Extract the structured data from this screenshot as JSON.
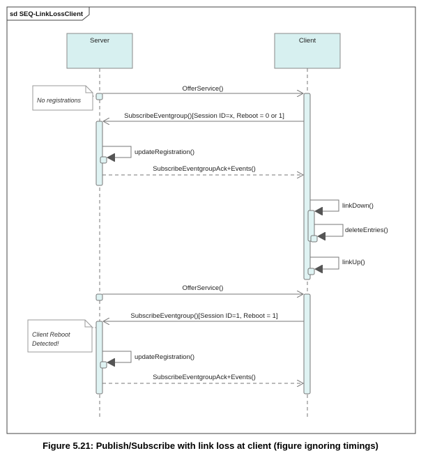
{
  "frame": {
    "title": "sd SEQ-LinkLossClient"
  },
  "lifelines": {
    "server": "Server",
    "client": "Client"
  },
  "colors": {
    "participant_fill": "#d7f0f0",
    "activation_fill": "#dff3f3",
    "line": "#777777",
    "note_fill": "#ffffff"
  },
  "notes": {
    "no_registrations": "No registrations",
    "client_reboot_line1": "Client Reboot",
    "client_reboot_line2": "Detected!"
  },
  "messages": {
    "offer_service_1": "OfferService()",
    "subscribe_1": "SubscribeEventgroup()[Session ID=x, Reboot = 0 or 1]",
    "update_registration_1": "updateRegistration()",
    "ack_1": "SubscribeEventgroupAck+Events()",
    "link_down": "linkDown()",
    "delete_entries": "deleteEntries()",
    "link_up": "linkUp()",
    "offer_service_2": "OfferService()",
    "subscribe_2": "SubscribeEventgroup()[Session ID=1, Reboot = 1]",
    "update_registration_2": "updateRegistration()",
    "ack_2": "SubscribeEventgroupAck+Events()"
  },
  "caption": "Figure 5.21: Publish/Subscribe with link loss at client (figure ignoring timings)"
}
